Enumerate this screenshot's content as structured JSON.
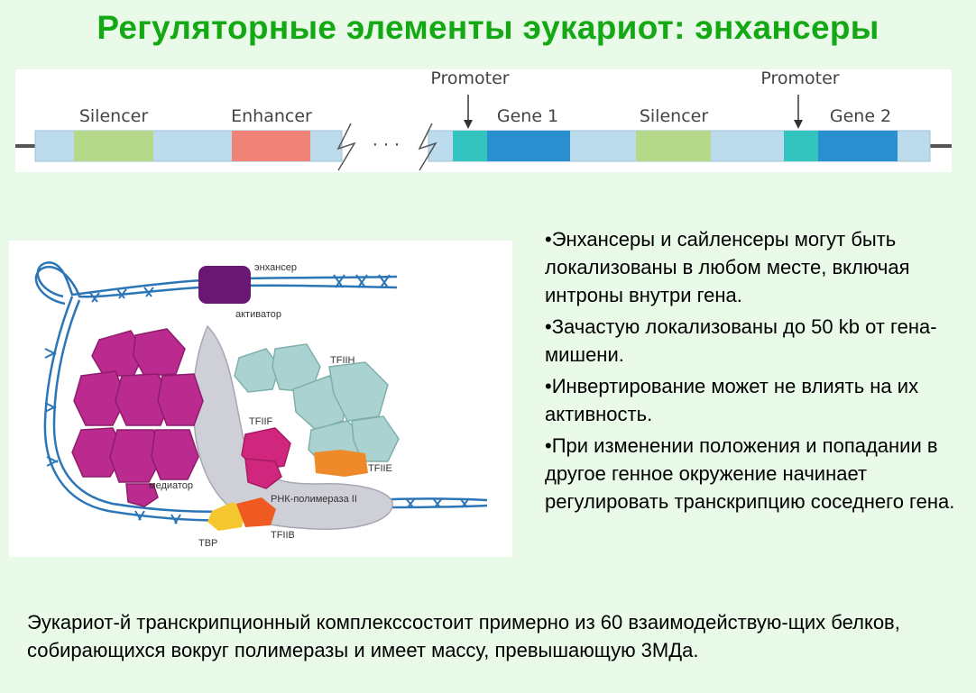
{
  "title": "Регуляторные элементы эукариот: энхансеры",
  "gene_map": {
    "labels": {
      "silencer1": "Silencer",
      "enhancer": "Enhancer",
      "promoter1": "Promoter",
      "gene1": "Gene 1",
      "silencer2": "Silencer",
      "promoter2": "Promoter",
      "gene2": "Gene 2",
      "gap": "· · ·"
    },
    "colors": {
      "backbone": "#bcdcee",
      "silencer": "#b5d889",
      "enhancer": "#f08378",
      "promoter": "#34c4c0",
      "gene": "#2a8fcf",
      "line": "#555555"
    }
  },
  "complex": {
    "labels": {
      "enhancer": "энхансер",
      "activator": "активатор",
      "tfiih": "TFIIH",
      "tfiif": "TFIIF",
      "tfiie": "TFIIE",
      "mediator": "медиатор",
      "rnapol": "РНК-полимераза II",
      "tbp": "TBP",
      "tfiib": "TFIIB"
    },
    "colors": {
      "dna": "#2c76b8",
      "activator": "#6a1673",
      "mediator": "#bb2a8f",
      "tfiih": "#a9d2d0",
      "tfiif": "#d0267e",
      "tfiie": "#ef8a2b",
      "rnapol": "#cfcfd8",
      "tbp": "#f4c730",
      "tfiib": "#ee5a22"
    }
  },
  "bullets": [
    "•Энхансеры и сайленсеры могут быть локализованы в любом месте, включая интроны внутри гена.",
    "•Зачастую локализованы до 50 kb от гена-мишени.",
    "•Инвертирование может не влиять на их активность.",
    "•При изменении положения и попадании в другое генное окружение начинает регулировать транскрипцию соседнего гена."
  ],
  "footer": "Эукариот-й транскрипционный комплекссостоит примерно из 60 взаимодействую-щих белков, собирающихся вокруг полимеразы и имеет массу, превышающую 3МДа."
}
